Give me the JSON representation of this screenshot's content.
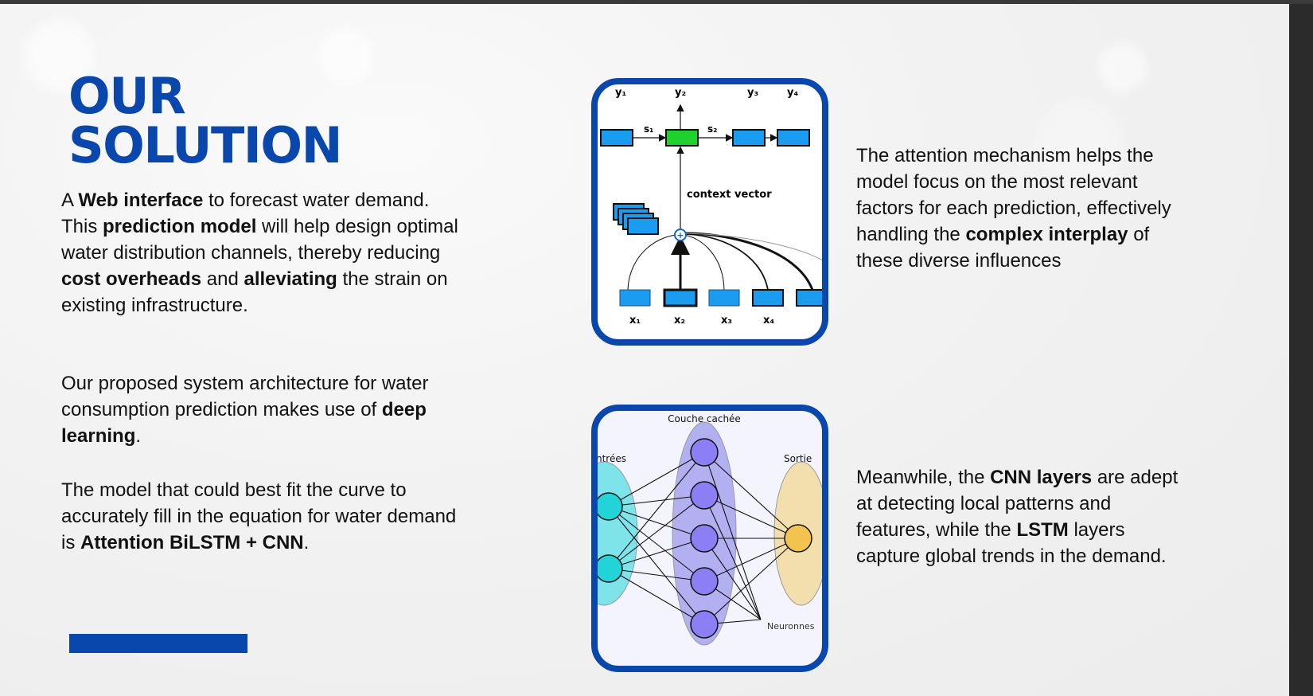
{
  "slide": {
    "title_line1": "OUR",
    "title_line2": "SOLUTION",
    "left": {
      "p1": [
        {
          "t": "A ",
          "b": false
        },
        {
          "t": "Web interface",
          "b": true
        },
        {
          "t": " to forecast water demand. This ",
          "b": false
        },
        {
          "t": "prediction model",
          "b": true
        },
        {
          "t": " will help design optimal water distribution channels, thereby reducing ",
          "b": false
        },
        {
          "t": "cost overheads",
          "b": true
        },
        {
          "t": " and ",
          "b": false
        },
        {
          "t": "alleviating",
          "b": true
        },
        {
          "t": " the strain on existing infrastructure.",
          "b": false
        }
      ],
      "p2": [
        {
          "t": "Our proposed system architecture for water consumption prediction makes use of ",
          "b": false
        },
        {
          "t": "deep learning",
          "b": true
        },
        {
          "t": ".",
          "b": false
        }
      ],
      "p3": [
        {
          "t": "The model that could best fit the curve to accurately fill in the equation for water demand is ",
          "b": false
        },
        {
          "t": "Attention BiLSTM + CNN",
          "b": true
        },
        {
          "t": ".",
          "b": false
        }
      ]
    },
    "right": {
      "p1": [
        {
          "t": "The attention mechanism helps the model focus on the most relevant factors for each prediction, effectively handling the ",
          "b": false
        },
        {
          "t": "complex interplay",
          "b": true
        },
        {
          "t": " of these diverse influences",
          "b": false
        }
      ],
      "p2": [
        {
          "t": "Meanwhile, the ",
          "b": false
        },
        {
          "t": "CNN layers",
          "b": true
        },
        {
          "t": " are adept at detecting local patterns and features, while the ",
          "b": false
        },
        {
          "t": "LSTM",
          "b": true
        },
        {
          "t": " layers capture global trends in the demand.",
          "b": false
        }
      ]
    },
    "attention_diagram": {
      "outputs": [
        "y₁",
        "y₂",
        "y₃",
        "y₄"
      ],
      "states": [
        "s₁",
        "s₂"
      ],
      "inputs": [
        "x₁",
        "x₂",
        "x₃",
        "x₄"
      ],
      "context_label": "context vector"
    },
    "nn_diagram": {
      "hidden_label": "Couche cachée",
      "input_label": "ntrées",
      "output_label": "Sortie",
      "neurons_label": "Neuronnes"
    },
    "colors": {
      "brand_blue": "#0a47ad",
      "text": "#111111",
      "highlight_green": "#1ed12e",
      "box_blue": "#1a9cf0",
      "neuron_purple": "#8c7ff5",
      "neuron_cyan": "#22d3d8",
      "neuron_yellow": "#f3c34f"
    }
  }
}
